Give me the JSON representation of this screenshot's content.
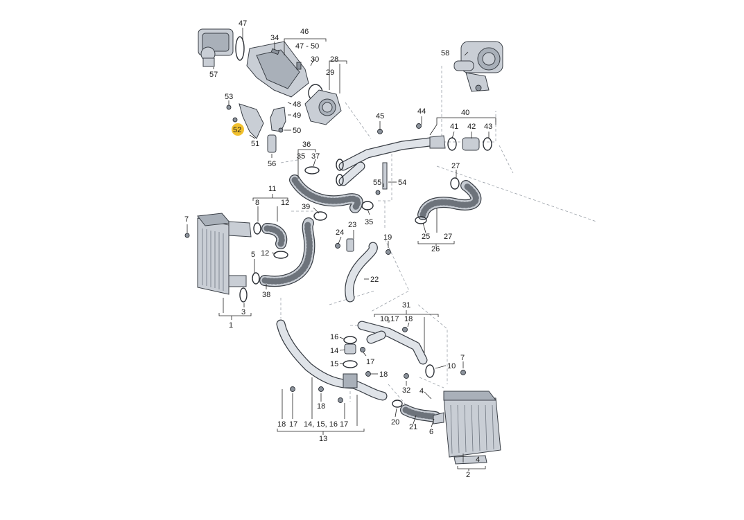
{
  "diagram": {
    "highlight_color": "#f2c12e",
    "highlighted_callout": "52",
    "callouts": [
      {
        "id": "c47",
        "text": "47"
      },
      {
        "id": "c34",
        "text": "34"
      },
      {
        "id": "c46",
        "text": "46"
      },
      {
        "id": "c47-50",
        "text": "47 - 50"
      },
      {
        "id": "c30",
        "text": "30"
      },
      {
        "id": "c28",
        "text": "28"
      },
      {
        "id": "c29",
        "text": "29"
      },
      {
        "id": "c57",
        "text": "57"
      },
      {
        "id": "c53",
        "text": "53"
      },
      {
        "id": "c48",
        "text": "48"
      },
      {
        "id": "c49",
        "text": "49"
      },
      {
        "id": "c50",
        "text": "50"
      },
      {
        "id": "c51",
        "text": "51"
      },
      {
        "id": "c56",
        "text": "56"
      },
      {
        "id": "c52",
        "text": "52"
      },
      {
        "id": "c58",
        "text": "58"
      },
      {
        "id": "c45",
        "text": "45"
      },
      {
        "id": "c44",
        "text": "44"
      },
      {
        "id": "c40",
        "text": "40"
      },
      {
        "id": "c41",
        "text": "41"
      },
      {
        "id": "c42",
        "text": "42"
      },
      {
        "id": "c43",
        "text": "43"
      },
      {
        "id": "c36",
        "text": "36"
      },
      {
        "id": "c35a",
        "text": "35"
      },
      {
        "id": "c37",
        "text": "37"
      },
      {
        "id": "c27a",
        "text": "27"
      },
      {
        "id": "c55",
        "text": "55"
      },
      {
        "id": "c54",
        "text": "54"
      },
      {
        "id": "c11",
        "text": "11"
      },
      {
        "id": "c8",
        "text": "8"
      },
      {
        "id": "c12a",
        "text": "12"
      },
      {
        "id": "c39",
        "text": "39"
      },
      {
        "id": "c35b",
        "text": "35"
      },
      {
        "id": "c25",
        "text": "25"
      },
      {
        "id": "c27b",
        "text": "27"
      },
      {
        "id": "c26",
        "text": "26"
      },
      {
        "id": "c7a",
        "text": "7"
      },
      {
        "id": "c24",
        "text": "24"
      },
      {
        "id": "c23",
        "text": "23"
      },
      {
        "id": "c19",
        "text": "19"
      },
      {
        "id": "c12b",
        "text": "12"
      },
      {
        "id": "c5",
        "text": "5"
      },
      {
        "id": "c22",
        "text": "22"
      },
      {
        "id": "c38",
        "text": "38"
      },
      {
        "id": "c3",
        "text": "3"
      },
      {
        "id": "c1",
        "text": "1"
      },
      {
        "id": "c31",
        "text": "31"
      },
      {
        "id": "c10-17",
        "text": "10,17"
      },
      {
        "id": "c18a",
        "text": "18"
      },
      {
        "id": "c16",
        "text": "16"
      },
      {
        "id": "c14",
        "text": "14"
      },
      {
        "id": "c17a",
        "text": "17"
      },
      {
        "id": "c15",
        "text": "15"
      },
      {
        "id": "c18b",
        "text": "18"
      },
      {
        "id": "c10",
        "text": "10"
      },
      {
        "id": "c7b",
        "text": "7"
      },
      {
        "id": "c32",
        "text": "32"
      },
      {
        "id": "c4a",
        "text": "4"
      },
      {
        "id": "c18c",
        "text": "18"
      },
      {
        "id": "c20",
        "text": "20"
      },
      {
        "id": "c21",
        "text": "21"
      },
      {
        "id": "c6",
        "text": "6"
      },
      {
        "id": "c18d",
        "text": "18"
      },
      {
        "id": "c17b",
        "text": "17"
      },
      {
        "id": "c14-16",
        "text": "14, 15, 16"
      },
      {
        "id": "c17c",
        "text": "17"
      },
      {
        "id": "c13",
        "text": "13"
      },
      {
        "id": "c4b",
        "text": "4"
      },
      {
        "id": "c2",
        "text": "2"
      }
    ]
  }
}
